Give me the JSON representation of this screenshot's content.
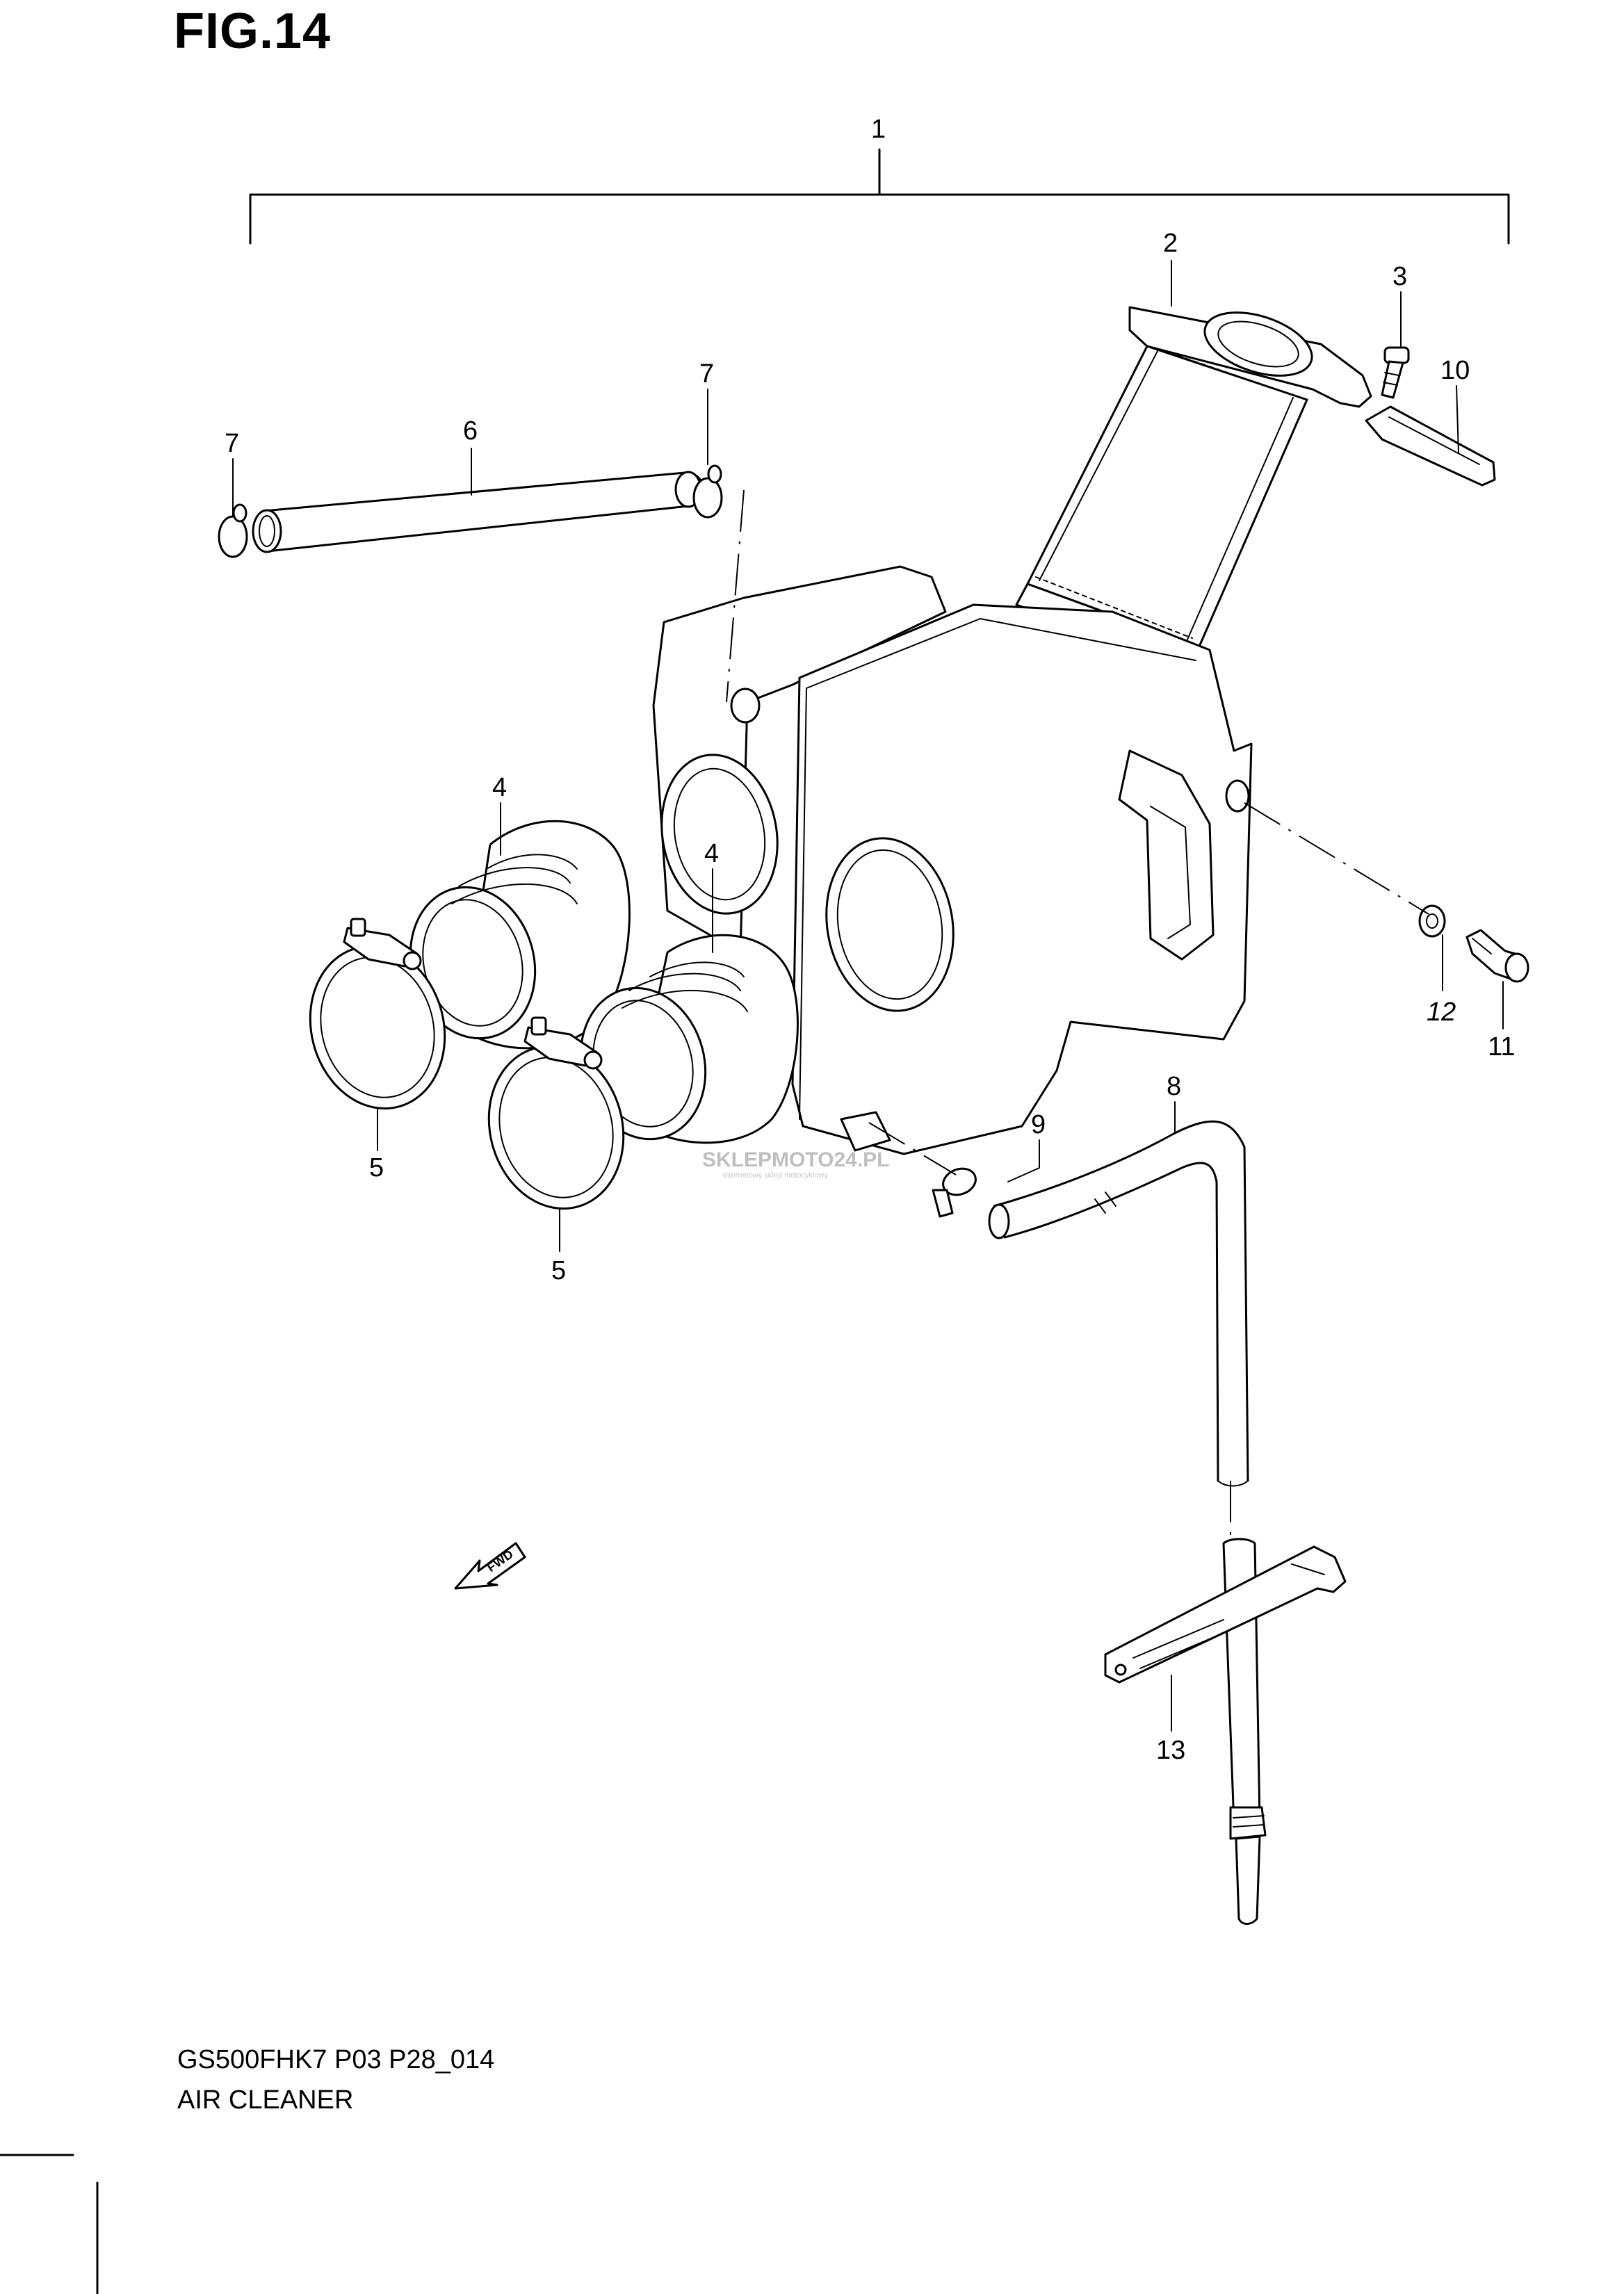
{
  "figure": {
    "title": "FIG.14"
  },
  "footer": {
    "model_code": "GS500FHK7 P03 P28_014",
    "section_name": "AIR CLEANER"
  },
  "watermark": {
    "brand": "SKLEPMOTO24.PL",
    "tagline": "internetowy sklep motocyklowy"
  },
  "fwd_label": "FWD",
  "callouts": [
    {
      "id": "c1",
      "text": "1"
    },
    {
      "id": "c2",
      "text": "2"
    },
    {
      "id": "c3",
      "text": "3"
    },
    {
      "id": "c10",
      "text": "10"
    },
    {
      "id": "c7a",
      "text": "7"
    },
    {
      "id": "c6",
      "text": "6"
    },
    {
      "id": "c7b",
      "text": "7"
    },
    {
      "id": "c4a",
      "text": "4"
    },
    {
      "id": "c4b",
      "text": "4"
    },
    {
      "id": "c5a",
      "text": "5"
    },
    {
      "id": "c5b",
      "text": "5"
    },
    {
      "id": "c8",
      "text": "8"
    },
    {
      "id": "c9",
      "text": "9"
    },
    {
      "id": "c12",
      "text": "12"
    },
    {
      "id": "c11",
      "text": "11"
    },
    {
      "id": "c13",
      "text": "13"
    }
  ]
}
